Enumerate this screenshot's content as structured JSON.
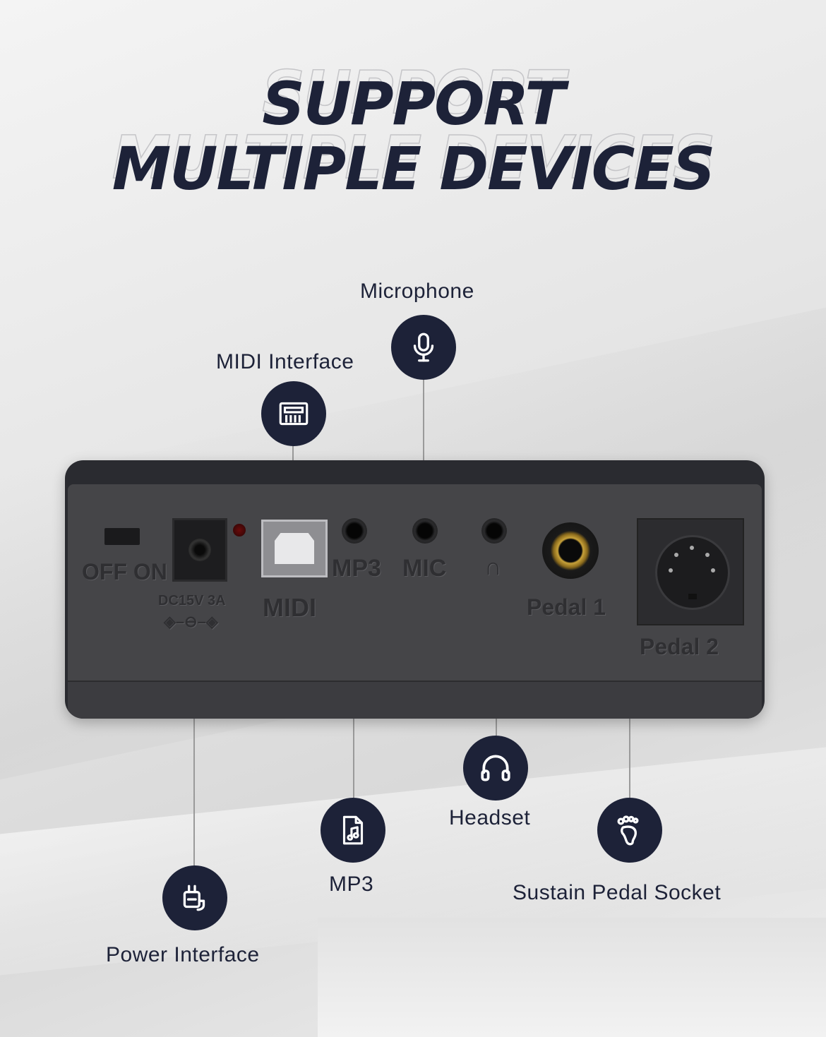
{
  "title": {
    "line1": "SUPPORT",
    "line2": "MULTIPLE DEVICES"
  },
  "labels": {
    "microphone": "Microphone",
    "midi_interface": "MIDI Interface",
    "headset": "Headset",
    "mp3": "MP3",
    "sustain_pedal": "Sustain Pedal Socket",
    "power_interface": "Power Interface"
  },
  "panel": {
    "switch_label": "OFF ON",
    "power_label": "DC15V 3A",
    "midi_label": "MIDI",
    "mp3_label": "MP3",
    "mic_label": "MIC",
    "headphone_label": "∩",
    "pedal1_label": "Pedal 1",
    "pedal2_label": "Pedal 2"
  },
  "colors": {
    "navy": "#1d2238",
    "panel": "#454548",
    "gold": "#c8a23a"
  },
  "icons": [
    "microphone-icon",
    "keyboard-icon",
    "headphones-icon",
    "music-file-icon",
    "footprint-icon",
    "power-plug-icon"
  ]
}
